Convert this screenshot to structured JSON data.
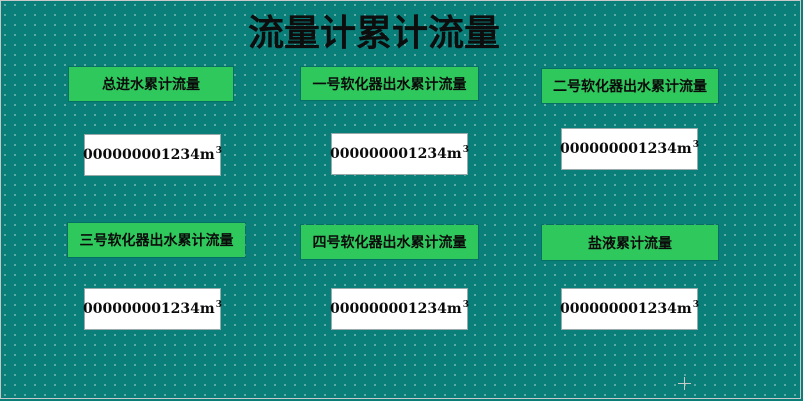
{
  "title": "流量计累计流量",
  "meters": [
    {
      "label": "总进水累计流量",
      "value": "000000001234",
      "unit": "m",
      "unit_sup": "3"
    },
    {
      "label": "一号软化器出水累计流量",
      "value": "000000001234",
      "unit": "m",
      "unit_sup": "3"
    },
    {
      "label": "二号软化器出水累计流量",
      "value": "000000001234",
      "unit": "m",
      "unit_sup": "3"
    },
    {
      "label": "三号软化器出水累计流量",
      "value": "000000001234",
      "unit": "m",
      "unit_sup": "3"
    },
    {
      "label": "四号软化器出水累计流量",
      "value": "000000001234",
      "unit": "m",
      "unit_sup": "3"
    },
    {
      "label": "盐液累计流量",
      "value": "000000001234",
      "unit": "m",
      "unit_sup": "3"
    }
  ],
  "colors": {
    "background": "#0a7f7a",
    "label_bg": "#2fc85c",
    "value_bg": "#ffffff"
  }
}
